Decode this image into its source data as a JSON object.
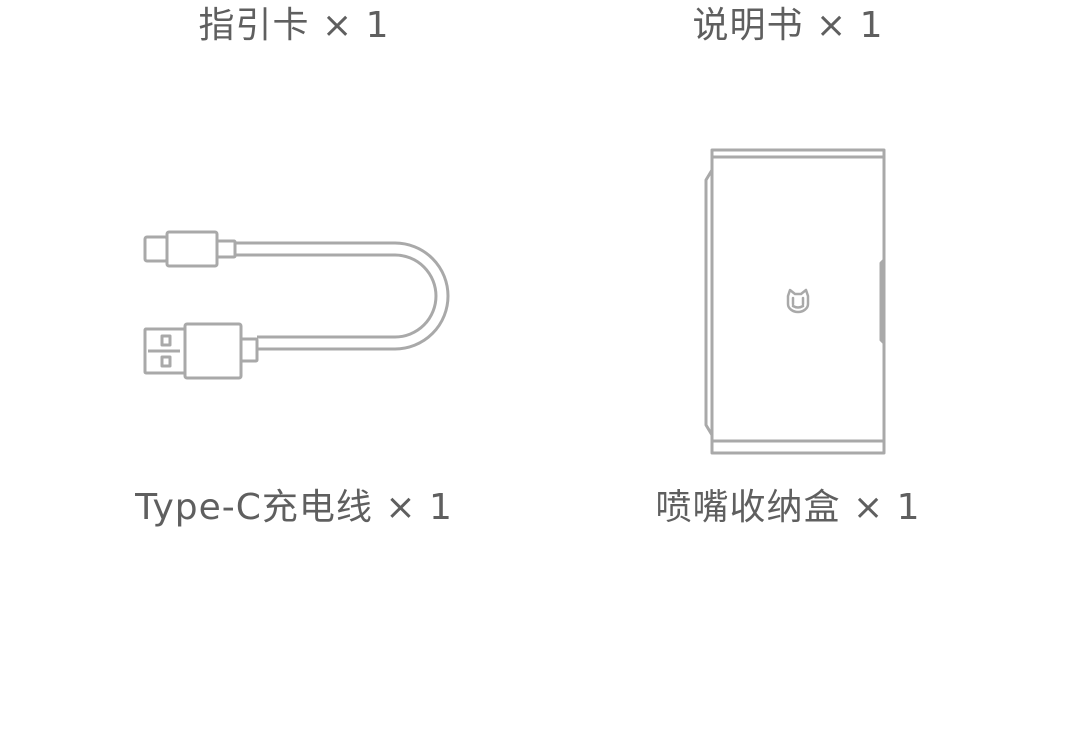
{
  "items": [
    {
      "label": "指引卡 × 1",
      "image": "guide-card"
    },
    {
      "label": "说明书 × 1",
      "image": "manual"
    },
    {
      "label": "Type-C充电线 × 1",
      "image": "type-c-cable-icon"
    },
    {
      "label": "喷嘴收纳盒 × 1",
      "image": "nozzle-storage-box-icon"
    }
  ],
  "colors": {
    "text": "#5f5f5f",
    "line": "#a9a9a9"
  }
}
